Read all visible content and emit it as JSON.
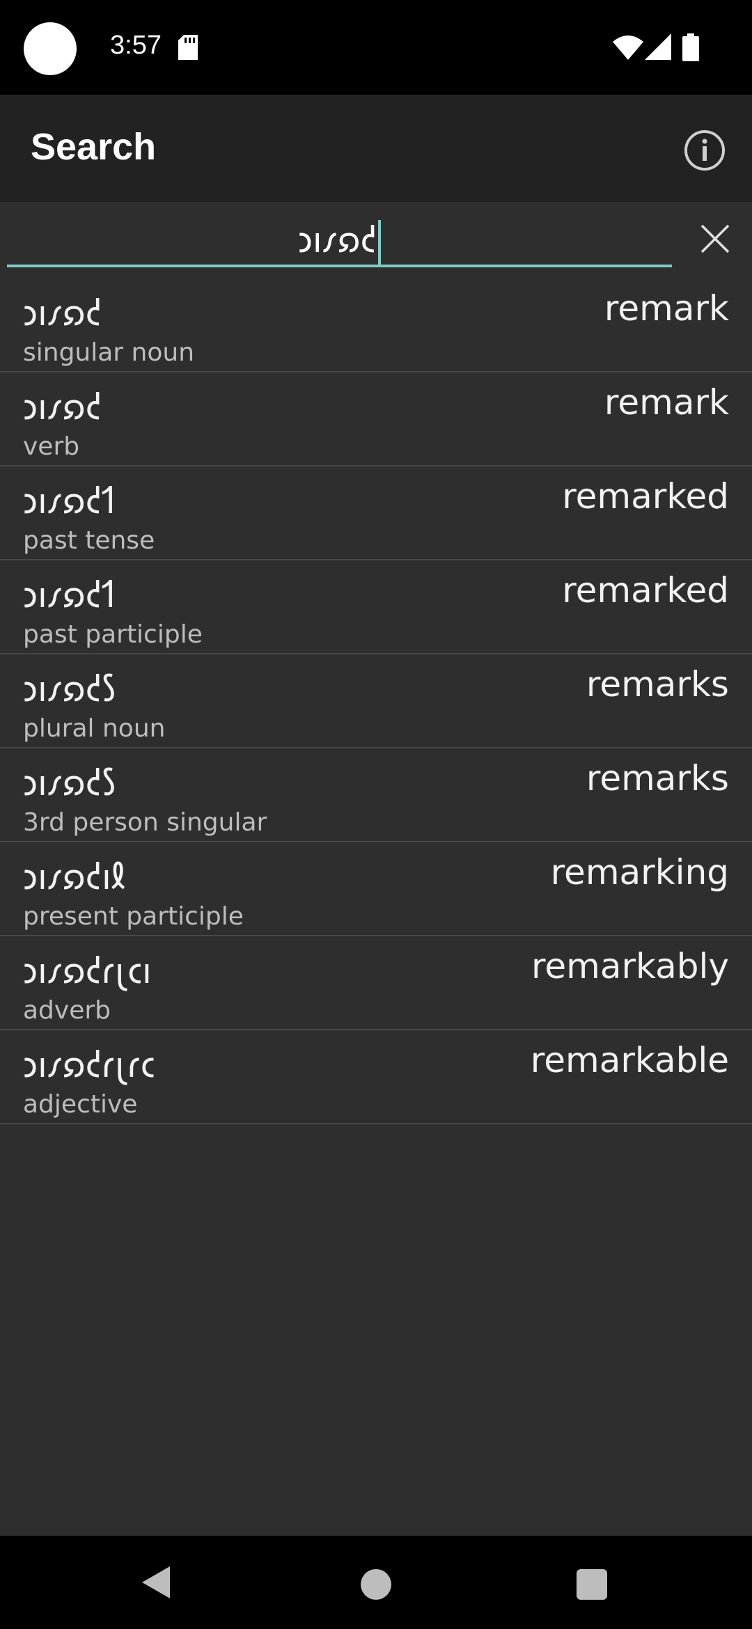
{
  "status_bar": {
    "time": "3:57",
    "icons": [
      "sd-card-icon",
      "wifi-icon",
      "signal-icon",
      "battery-icon"
    ]
  },
  "app_bar": {
    "title": "Search",
    "info_icon": "info-icon"
  },
  "search": {
    "value": "𐑮𐑦𐑥𐑸𐑒",
    "clear_icon": "close-icon",
    "accent_color": "#80cbc4"
  },
  "results": [
    {
      "shavian": "𐑮𐑦𐑥𐑸𐑒",
      "english": "remark",
      "pos": "singular noun"
    },
    {
      "shavian": "𐑮𐑦𐑥𐑸𐑒",
      "english": "remark",
      "pos": "verb"
    },
    {
      "shavian": "𐑮𐑦𐑥𐑸𐑒𐑑",
      "english": "remarked",
      "pos": "past tense"
    },
    {
      "shavian": "𐑮𐑦𐑥𐑸𐑒𐑑",
      "english": "remarked",
      "pos": "past participle"
    },
    {
      "shavian": "𐑮𐑦𐑥𐑸𐑒𐑕",
      "english": "remarks",
      "pos": "plural noun"
    },
    {
      "shavian": "𐑮𐑦𐑥𐑸𐑒𐑕",
      "english": "remarks",
      "pos": "3rd person singular"
    },
    {
      "shavian": "𐑮𐑦𐑥𐑸𐑒𐑦𐑙",
      "english": "remarking",
      "pos": "present participle"
    },
    {
      "shavian": "𐑮𐑦𐑥𐑸𐑒𐑩𐑚𐑤𐑦",
      "english": "remarkably",
      "pos": "adverb"
    },
    {
      "shavian": "𐑮𐑦𐑥𐑸𐑒𐑩𐑚𐑩𐑤",
      "english": "remarkable",
      "pos": "adjective"
    }
  ],
  "nav_bar": {
    "back_icon": "back-triangle-icon",
    "home_icon": "home-circle-icon",
    "recents_icon": "recents-square-icon"
  }
}
